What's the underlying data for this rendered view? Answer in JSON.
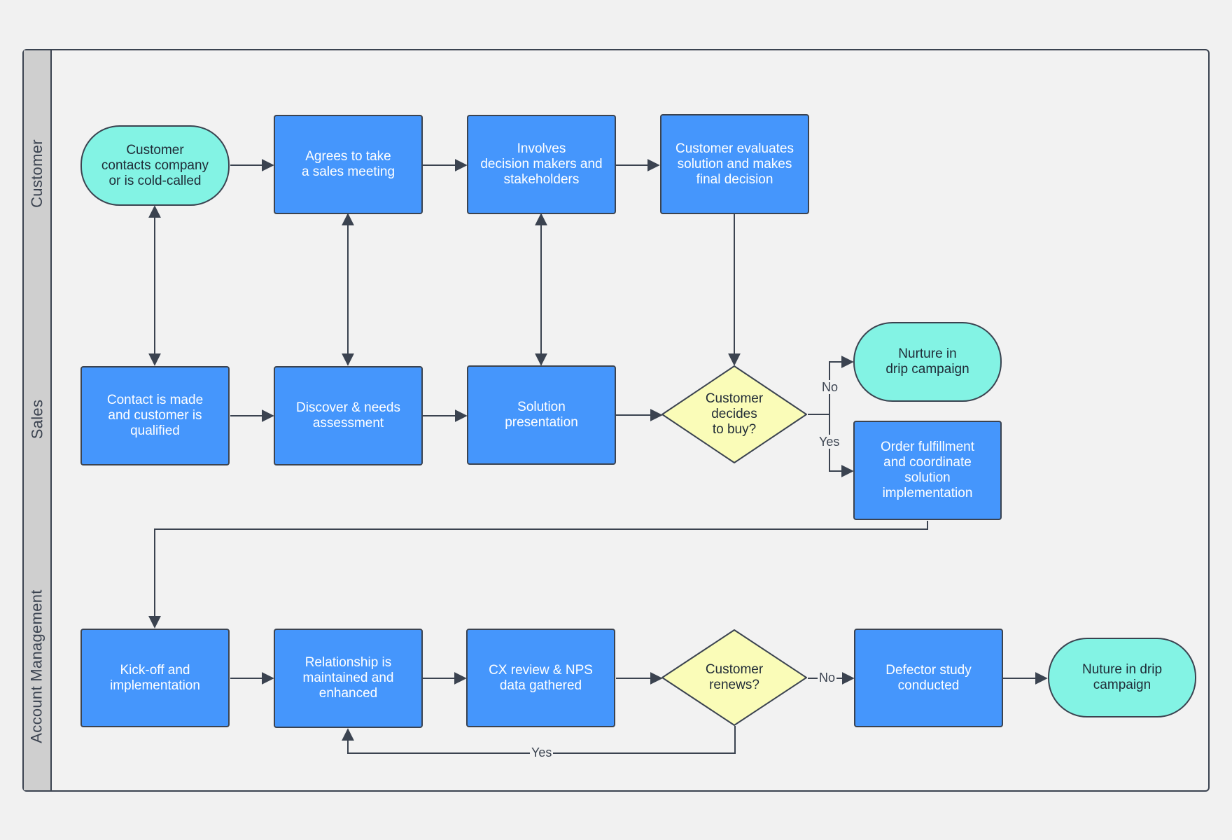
{
  "lanes": {
    "customer": "Customer",
    "sales": "Sales",
    "account_management": "Account Management"
  },
  "nodes": {
    "customer_contacts": "Customer\ncontacts company\nor is cold-called",
    "agrees_meeting": "Agrees to take\na sales meeting",
    "involves_decision": "Involves\ndecision makers and\nstakeholders",
    "customer_evaluates": "Customer evaluates\nsolution and makes\nfinal decision",
    "contact_made": "Contact is made\nand customer is\nqualified",
    "discover_needs": "Discover & needs\nassessment",
    "solution_presentation": "Solution\npresentation",
    "decides_to_buy": "Customer\ndecides\nto buy?",
    "nurture_drip": "Nurture in\ndrip campaign",
    "order_fulfillment": "Order fulfillment\nand coordinate\nsolution\nimplementation",
    "kickoff": "Kick-off and\nimplementation",
    "relationship": "Relationship is\nmaintained and\nenhanced",
    "cx_review": "CX review & NPS\ndata gathered",
    "customer_renews": "Customer\nrenews?",
    "defector_study": "Defector study\nconducted",
    "nuture_drip_2": "Nuture in drip\ncampaign"
  },
  "edge_labels": {
    "buy_no": "No",
    "buy_yes": "Yes",
    "renew_no": "No",
    "renew_yes": "Yes"
  },
  "colors": {
    "process": "#4596fc",
    "terminal": "#83f3e4",
    "decision": "#fafcb8",
    "stroke": "#3b4350",
    "lane_header": "#cfcfcf",
    "background": "#f2f2f2"
  }
}
